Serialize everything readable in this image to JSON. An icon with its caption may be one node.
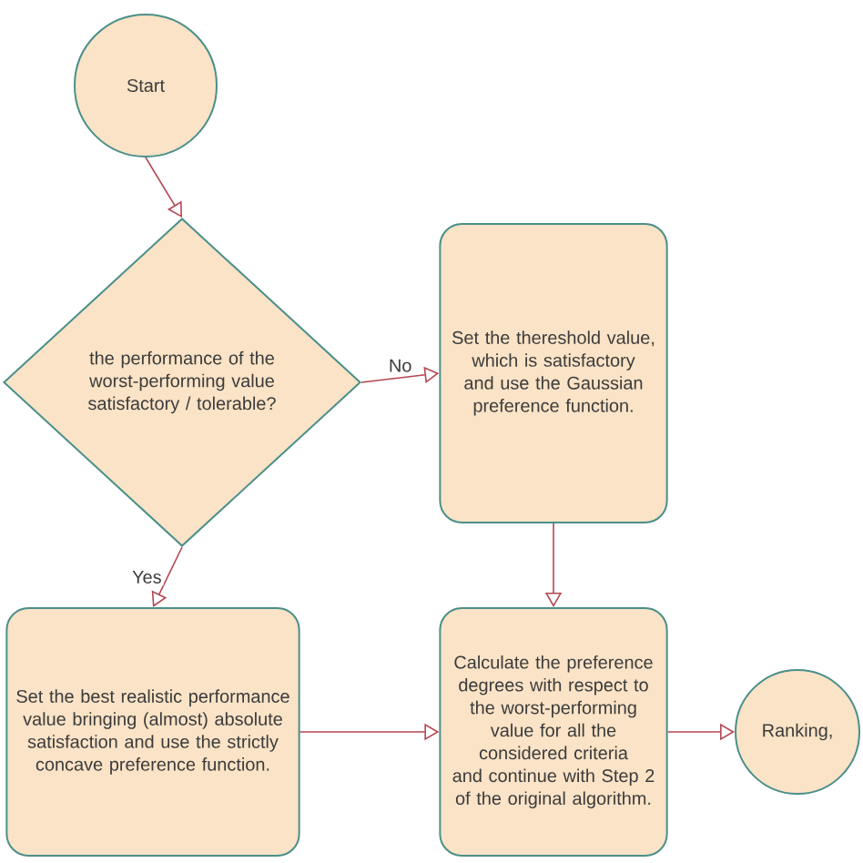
{
  "diagram": {
    "nodes": [
      {
        "text": [
          "Start"
        ]
      },
      {
        "text": [
          "the performance of the worst-performing value satisfactory / tolerable?"
        ]
      },
      {
        "text": [
          "Set the thereshold value, which is satisfactory and use the Gaussian preference function."
        ]
      },
      {
        "text": [
          "Set the best realistic performance value bringing (almost) absolute satisfaction and use the strictly concave preference function."
        ]
      },
      {
        "text": [
          "Calculate the preference degrees with respect to the worst-performing value for all the considered criteria and continue with Step 2 of the original algorithm."
        ]
      },
      {
        "text": [
          "Ranking,"
        ]
      }
    ],
    "edges": [
      {
        "from": 0,
        "to": 1,
        "arrow": "to"
      },
      {
        "from": 1,
        "to": 2,
        "arrow": "to",
        "label": "No"
      },
      {
        "from": 1,
        "to": 3,
        "arrow": "to",
        "label": "Yes"
      },
      {
        "from": 2,
        "to": 4,
        "arrow": "to"
      },
      {
        "from": 3,
        "to": 4,
        "arrow": "to"
      },
      {
        "from": 4,
        "to": 5,
        "arrow": "to"
      }
    ]
  }
}
